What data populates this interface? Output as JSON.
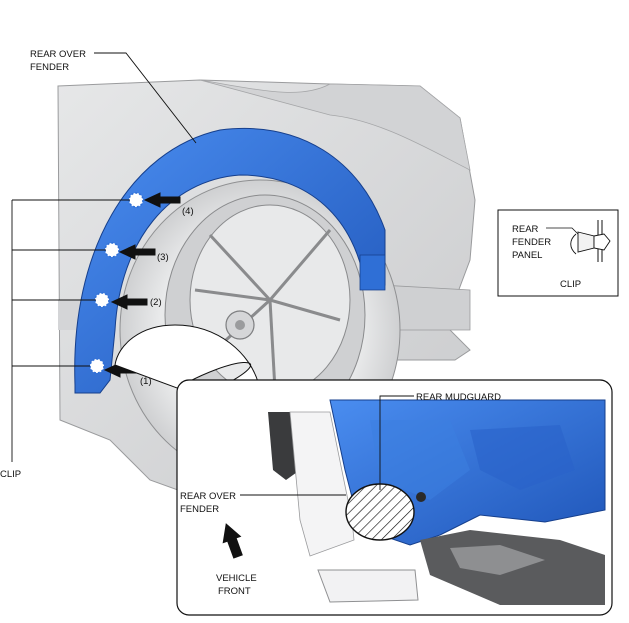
{
  "labels": {
    "rear_over_fender_top_1": "REAR OVER",
    "rear_over_fender_top_2": "FENDER",
    "clip_main": "CLIP",
    "callout_1": "(1)",
    "callout_2": "(2)",
    "callout_3": "(3)",
    "callout_4": "(4)"
  },
  "inset_clip": {
    "rear_1": "REAR",
    "rear_2": "FENDER",
    "rear_3": "PANEL",
    "clip": "CLIP"
  },
  "detail": {
    "rear_mudguard": "REAR MUDGUARD",
    "rear_over_1": "REAR OVER",
    "rear_over_2": "FENDER",
    "vehicle_1": "VEHICLE",
    "vehicle_2": "FRONT"
  },
  "colors": {
    "fender_blue": "#2f6fd6",
    "fender_blue_dark": "#1c4fae",
    "body_grey": "#d9dadc",
    "line": "#111111"
  }
}
